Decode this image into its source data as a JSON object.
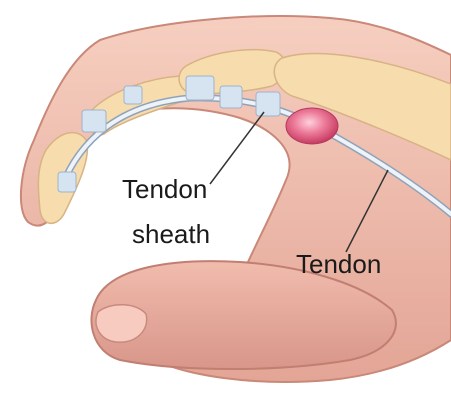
{
  "labels": {
    "tendon_sheath_line1": "Tendon",
    "tendon_sheath_line2": "sheath",
    "tendon": "Tendon"
  },
  "colors": {
    "skin": "#f2c0b0",
    "skin_shadow": "#d99a8b",
    "bone": "#f7dcae",
    "tendon": "#e8eef6",
    "sheath": "#d6e3f1",
    "nodule": "#e0557a"
  }
}
